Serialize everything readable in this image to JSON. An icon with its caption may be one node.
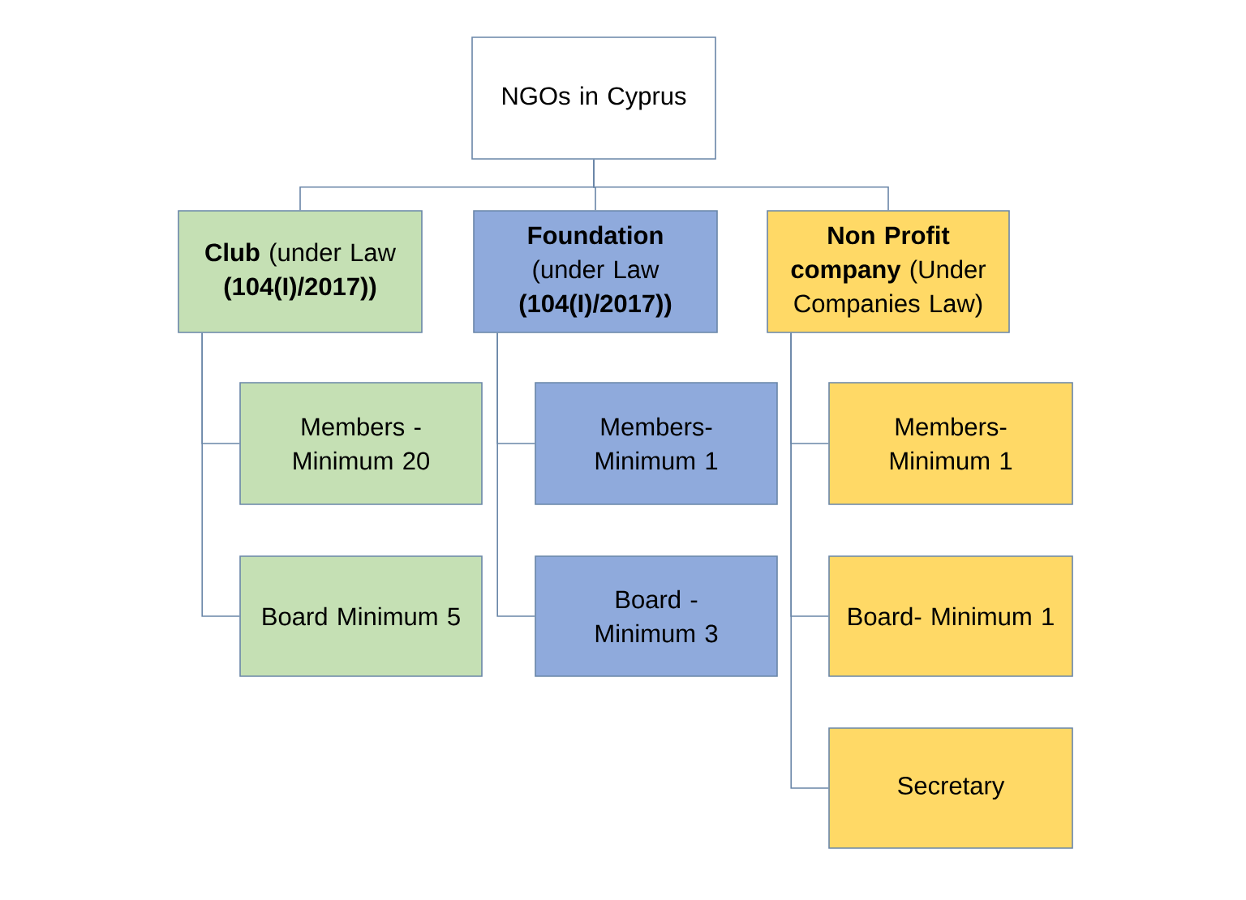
{
  "diagram": {
    "nodes": [
      {
        "text": [
          "NGOs in Cyprus"
        ]
      },
      {
        "text": [
          "**Club** (under Law **(104(I)/2017))**"
        ]
      },
      {
        "text": [
          "**Foundation** (under Law **(104(I)/2017))**"
        ]
      },
      {
        "text": [
          "**Non Profit company** (Under Companies Law)"
        ]
      },
      {
        "text": [
          "Members - Minimum 20"
        ]
      },
      {
        "text": [
          "Board Minimum 5"
        ]
      },
      {
        "text": [
          "Members- Minimum 1"
        ]
      },
      {
        "text": [
          "Board - Minimum 3"
        ]
      },
      {
        "text": [
          "Members- Minimum 1"
        ]
      },
      {
        "text": [
          "Board- Minimum 1"
        ]
      },
      {
        "text": [
          "Secretary"
        ]
      }
    ],
    "edges": [
      {
        "from": 0,
        "to": 1,
        "arrow": "none"
      },
      {
        "from": 0,
        "to": 2,
        "arrow": "none"
      },
      {
        "from": 0,
        "to": 3,
        "arrow": "none"
      },
      {
        "from": 1,
        "to": 4,
        "arrow": "none"
      },
      {
        "from": 1,
        "to": 5,
        "arrow": "none"
      },
      {
        "from": 2,
        "to": 6,
        "arrow": "none"
      },
      {
        "from": 2,
        "to": 7,
        "arrow": "none"
      },
      {
        "from": 3,
        "to": 8,
        "arrow": "none"
      },
      {
        "from": 3,
        "to": 9,
        "arrow": "none"
      },
      {
        "from": 3,
        "to": 10,
        "arrow": "none"
      }
    ]
  }
}
